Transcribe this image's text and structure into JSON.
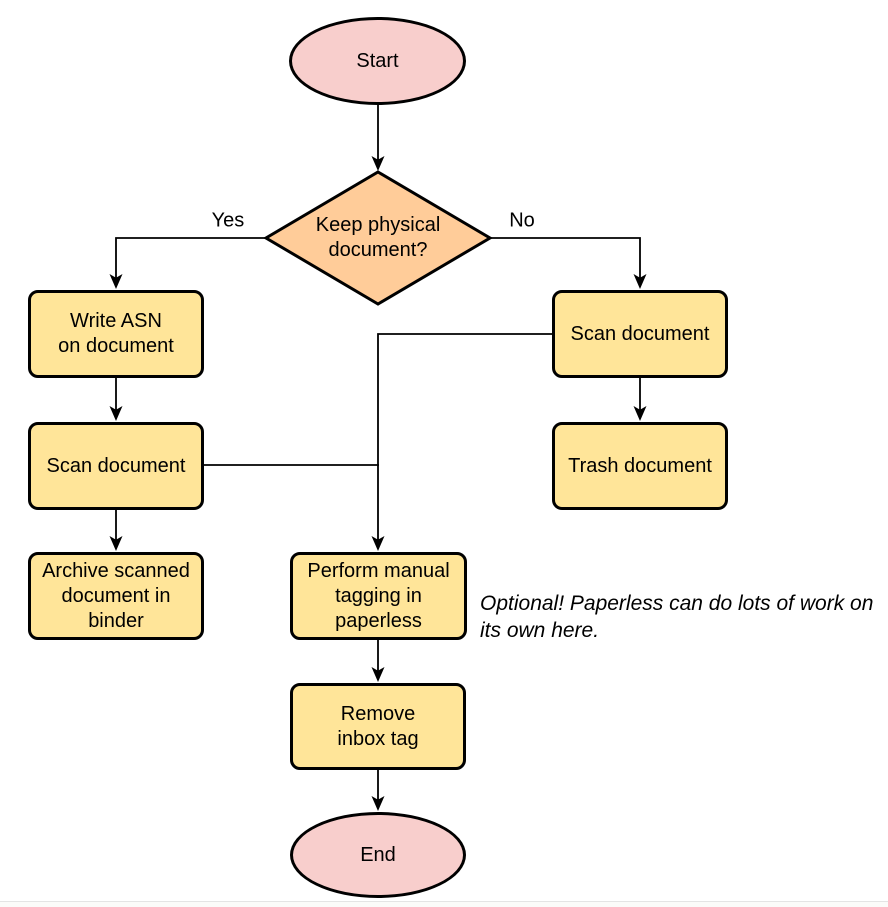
{
  "flowchart": {
    "nodes": {
      "start": {
        "label": "Start",
        "type": "terminal"
      },
      "decision": {
        "label": "Keep physical\ndocument?",
        "type": "decision"
      },
      "write_asn": {
        "label": "Write ASN\non document",
        "type": "process"
      },
      "scan_left": {
        "label": "Scan document",
        "type": "process"
      },
      "archive": {
        "label": "Archive scanned\ndocument in\nbinder",
        "type": "process"
      },
      "scan_right": {
        "label": "Scan document",
        "type": "process"
      },
      "trash": {
        "label": "Trash document",
        "type": "process"
      },
      "tagging": {
        "label": "Perform manual\ntagging in\npaperless",
        "type": "process"
      },
      "remove_inbox": {
        "label": "Remove\ninbox tag",
        "type": "process"
      },
      "end": {
        "label": "End",
        "type": "terminal"
      }
    },
    "edge_labels": {
      "yes": "Yes",
      "no": "No"
    },
    "note": "Optional! Paperless can do lots of work on\nits own here.",
    "colors": {
      "terminal_fill": "#f8cecc",
      "decision_fill": "#ffcc99",
      "process_fill": "#ffe599",
      "stroke": "#000000",
      "background": "#ffffff"
    }
  }
}
